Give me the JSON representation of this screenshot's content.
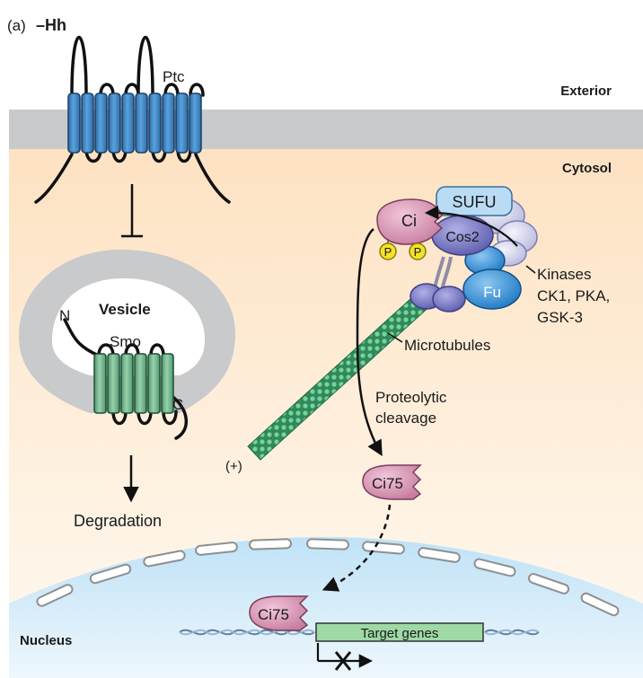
{
  "panel": {
    "label": "(a)",
    "condition": "–Hh"
  },
  "regions": {
    "exterior": "Exterior",
    "cytosol": "Cytosol",
    "nucleus": "Nucleus"
  },
  "membrane_proteins": {
    "ptc": "Ptc",
    "smo": "Smo",
    "n_terminus": "N",
    "c_terminus": "C"
  },
  "vesicle": {
    "label": "Vesicle"
  },
  "fates": {
    "degradation": "Degradation"
  },
  "complex": {
    "sufu": "SUFU",
    "ci": "Ci",
    "cos2": "Cos2",
    "fu": "Fu",
    "phospho": "P",
    "kinases": [
      "Kinases",
      "CK1, PKA,",
      "GSK-3"
    ]
  },
  "microtubules": {
    "label": "Microtubules",
    "plus_end": "(+)"
  },
  "process": {
    "line1": "Proteolytic",
    "line2": "cleavage"
  },
  "fragments": {
    "ci75": "Ci75"
  },
  "dna": {
    "target_genes": "Target genes"
  },
  "colors": {
    "membrane": "#c8c9cb",
    "cytosol_top": "#fde4c6",
    "cytosol_bottom": "#fff8ee",
    "nucleus": "#cfe8f8",
    "ptc_blue": "#3f88c6",
    "smo_green": "#74b78f",
    "ci_pink": "#d695b2",
    "cos2_purple": "#7f7ec4",
    "fu_blue": "#3c95dc",
    "sufu_blue": "#b9dcf4",
    "phospho_yellow": "#f4e22a",
    "microtubule_green": "#3e9e6a",
    "gene_box": "#9fd9a5"
  }
}
